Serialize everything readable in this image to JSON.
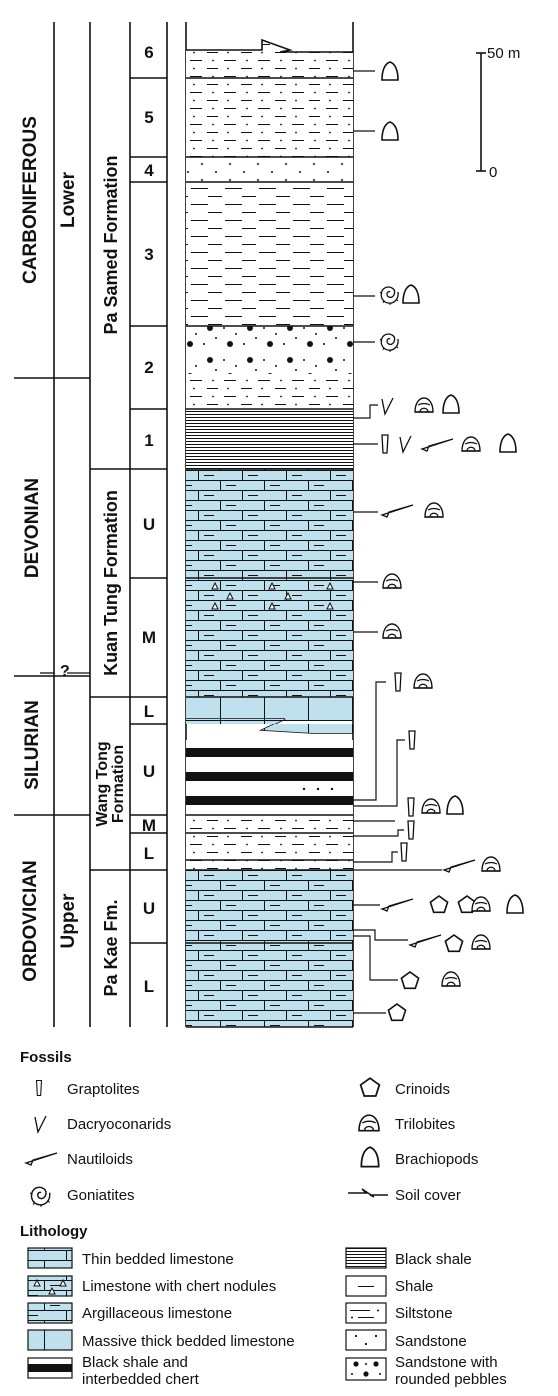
{
  "columns": {
    "systems": [
      {
        "name": "CARBONIFEROUS",
        "series": "Lower"
      },
      {
        "name": "DEVONIAN",
        "series": ""
      },
      {
        "name": "SILURIAN",
        "series": ""
      },
      {
        "name": "ORDOVICIAN",
        "series": "Upper"
      }
    ],
    "question_mark": "?",
    "formations": [
      {
        "name": "Pa Samed Formation",
        "line2": ""
      },
      {
        "name": "Kuan Tung Formation",
        "line2": ""
      },
      {
        "name": "Wang Tong",
        "line2": "Formation"
      },
      {
        "name": "Pa Kae Fm.",
        "line2": ""
      }
    ],
    "units": [
      "6",
      "5",
      "4",
      "3",
      "2",
      "1",
      "U",
      "M",
      "L",
      "U",
      "M",
      "L",
      "U",
      "L"
    ]
  },
  "scale": {
    "top_label": "50 m",
    "bottom_label": "0"
  },
  "legend": {
    "fossils_title": "Fossils",
    "fossils": [
      {
        "icon": "graptolite-icon",
        "label": "Graptolites"
      },
      {
        "icon": "dacryoconarid-icon",
        "label": "Dacryoconarids"
      },
      {
        "icon": "nautiloid-icon",
        "label": "Nautiloids"
      },
      {
        "icon": "goniatite-icon",
        "label": "Goniatites"
      },
      {
        "icon": "crinoid-icon",
        "label": "Crinoids"
      },
      {
        "icon": "trilobite-icon",
        "label": "Trilobites"
      },
      {
        "icon": "brachiopod-icon",
        "label": "Brachiopods"
      },
      {
        "icon": "soil-cover-icon",
        "label": "Soil cover"
      }
    ],
    "lithology_title": "Lithology",
    "lithology": [
      {
        "pattern": "thin-bedded-limestone",
        "label": "Thin bedded limestone",
        "line2": ""
      },
      {
        "pattern": "chert-limestone",
        "label": "Limestone with chert nodules",
        "line2": ""
      },
      {
        "pattern": "argillaceous-limestone",
        "label": "Argillaceous limestone",
        "line2": ""
      },
      {
        "pattern": "massive-limestone",
        "label": "Massive thick bedded limestone",
        "line2": ""
      },
      {
        "pattern": "black-shale-chert",
        "label": "Black shale and",
        "line2": "interbedded chert"
      },
      {
        "pattern": "black-shale",
        "label": "Black shale",
        "line2": ""
      },
      {
        "pattern": "shale",
        "label": "Shale",
        "line2": ""
      },
      {
        "pattern": "siltstone",
        "label": "Siltstone",
        "line2": ""
      },
      {
        "pattern": "sandstone",
        "label": "Sandstone",
        "line2": ""
      },
      {
        "pattern": "pebbly-sandstone",
        "label": "Sandstone with",
        "line2": "rounded pebbles"
      }
    ]
  },
  "colors": {
    "limestone": "#bfe0ed",
    "line": "#111111"
  }
}
